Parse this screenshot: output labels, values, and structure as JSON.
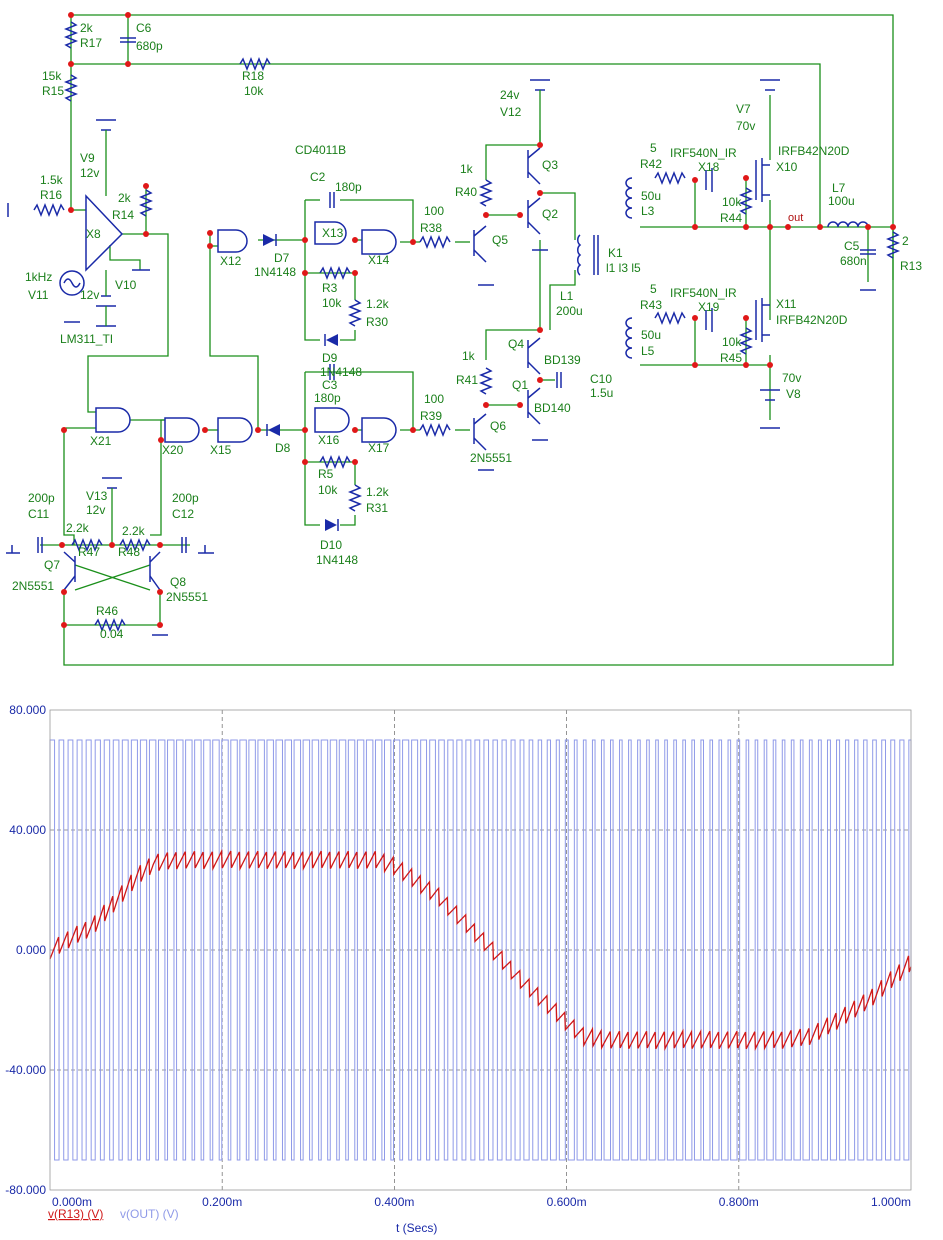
{
  "schematic": {
    "labels": {
      "r17": "R17",
      "r17_val": "2k",
      "c6": "C6",
      "c6_val": "680p",
      "r15": "R15",
      "r15_val": "15k",
      "r18": "R18",
      "r18_val": "10k",
      "r16": "R16",
      "r16_val": "1.5k",
      "v9": "V9",
      "v9_val": "12v",
      "r14": "R14",
      "r14_val": "2k",
      "x8": "X8",
      "v11": "V11",
      "v11_val": "1kHz",
      "v10": "V10",
      "v10_val": "12v",
      "lm311": "LM311_TI",
      "cd4011": "CD4011B",
      "c2": "C2",
      "c2_val": "180p",
      "x13": "X13",
      "x14": "X14",
      "x12": "X12",
      "d7": "D7",
      "d7_val": "1N4148",
      "r3": "R3",
      "r3_val": "10k",
      "r30": "R30",
      "r30_val": "1.2k",
      "d9": "D9",
      "d9_val": "1N4148",
      "c3": "C3",
      "c3_val": "180p",
      "r38": "R38",
      "r38_val": "100",
      "r39": "R39",
      "r39_val": "100",
      "x16": "X16",
      "x17": "X17",
      "r5": "R5",
      "r5_val": "10k",
      "r31": "R31",
      "r31_val": "1.2k",
      "d10": "D10",
      "d10_val": "1N4148",
      "x21": "X21",
      "x20": "X20",
      "x15": "X15",
      "d8": "D8",
      "c11": "C11",
      "c11_val": "200p",
      "c12": "C12",
      "c12_val": "200p",
      "v13": "V13",
      "v13_val": "12v",
      "r47": "R47",
      "r47_val": "2.2k",
      "r48": "R48",
      "r48_val": "2.2k",
      "q7": "Q7",
      "q7_val": "2N5551",
      "q8": "Q8",
      "q8_val": "2N5551",
      "r46": "R46",
      "r46_val": "0.04",
      "v12": "V12",
      "v12_val": "24v",
      "r40": "R40",
      "r40_val": "1k",
      "q3": "Q3",
      "q2": "Q2",
      "q5": "Q5",
      "k1": "K1",
      "k1_val": "l1 l3 l5",
      "l1": "L1",
      "l1_val": "200u",
      "q4": "Q4",
      "bd139": "BD139",
      "q1": "Q1",
      "bd140": "BD140",
      "r41": "R41",
      "r41_val": "1k",
      "q6": "Q6",
      "q6_val": "2N5551",
      "c10": "C10",
      "c10_val": "1.5u",
      "v7": "V7",
      "v7_val": "70v",
      "x10": "X10",
      "x10_val": "IRFB42N20D",
      "r42": "R42",
      "r42_val": "5",
      "x18": "X18",
      "x18_val": "IRF540N_IR",
      "l3": "L3",
      "l3_val": "50u",
      "r44": "R44",
      "r44_val": "10k",
      "out": "out",
      "l7": "L7",
      "l7_val": "100u",
      "c5": "C5",
      "c5_val": "680n",
      "r13": "R13",
      "r13_val": "2",
      "r43": "R43",
      "r43_val": "5",
      "x19": "X19",
      "x19_val": "IRF540N_IR",
      "l5": "L5",
      "l5_val": "50u",
      "r45": "R45",
      "r45_val": "10k",
      "x11": "X11",
      "x11_val": "IRFB42N20D",
      "v8": "V8",
      "v8_val": "70v"
    }
  },
  "chart_data": {
    "type": "line",
    "xlabel": "t (Secs)",
    "ylim": [
      -80,
      80
    ],
    "xlim": [
      0,
      1.0
    ],
    "x_ticks": [
      "0.000m",
      "0.200m",
      "0.400m",
      "0.600m",
      "0.800m",
      "1.000m"
    ],
    "y_ticks": [
      "80.000",
      "40.000",
      "0.000",
      "-40.000",
      "-80.000"
    ],
    "grid": true,
    "series": [
      {
        "name": "v(R13) (V)",
        "color": "#d01818",
        "envelope": {
          "x": [
            0.0,
            0.05,
            0.1,
            0.12,
            0.15,
            0.2,
            0.25,
            0.3,
            0.35,
            0.38,
            0.4,
            0.45,
            0.5,
            0.55,
            0.6,
            0.62,
            0.65,
            0.7,
            0.75,
            0.8,
            0.85,
            0.88,
            0.9,
            0.95,
            1.0
          ],
          "y": [
            0,
            8,
            24,
            29,
            30,
            30,
            30,
            30,
            30,
            30,
            28,
            18,
            4,
            -11,
            -24,
            -29,
            -30,
            -30,
            -30,
            -30,
            -30,
            -29,
            -26,
            -17,
            -4
          ]
        },
        "ripple_period": 0.0105
      },
      {
        "name": "v(OUT) (V)",
        "color": "#8f9ae8",
        "high": 70,
        "low": -70,
        "switching_period": 0.0105
      }
    ]
  }
}
